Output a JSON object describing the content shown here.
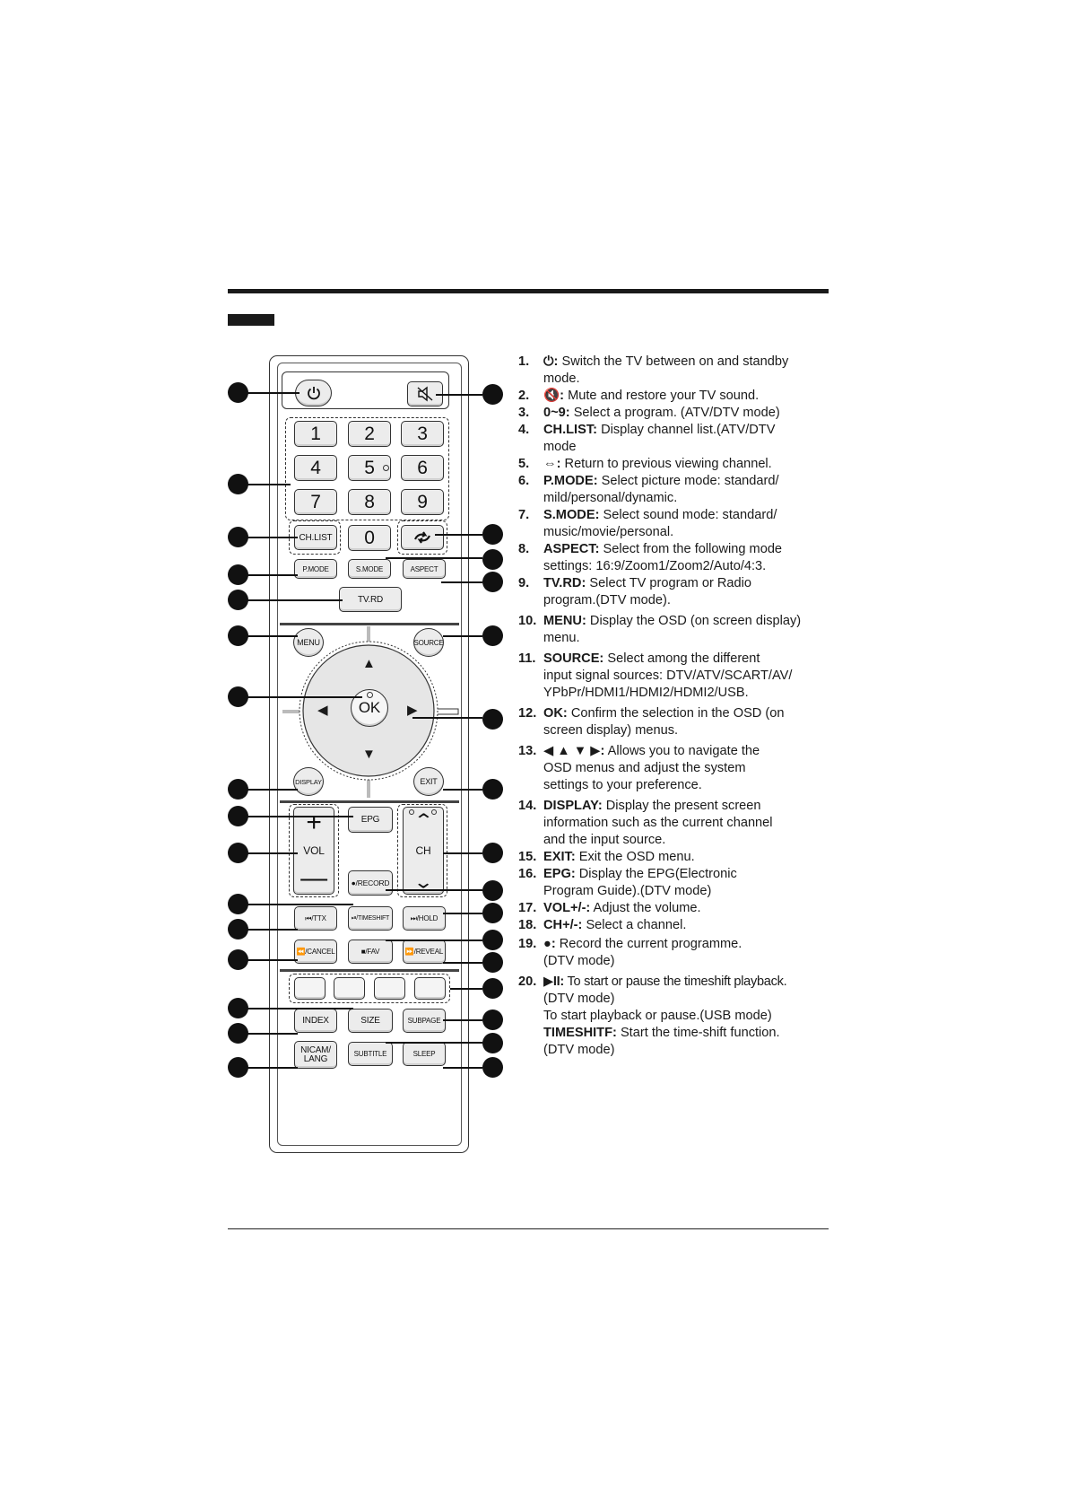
{
  "remote": {
    "numbers": [
      "1",
      "2",
      "3",
      "4",
      "5",
      "6",
      "7",
      "8",
      "9",
      "0"
    ],
    "ch_list": "CH.LIST",
    "p_mode": "P.MODE",
    "s_mode": "S.MODE",
    "aspect": "ASPECT",
    "tv_rd": "TV.RD",
    "menu": "MENU",
    "source": "SOURCE",
    "ok": "OK",
    "display": "DISPLAY",
    "exit": "EXIT",
    "epg": "EPG",
    "vol": "VOL",
    "ch": "CH",
    "record": "●/RECORD",
    "ttx": "⏮/TTX",
    "timeshift": "⏯/TIMESHIFT",
    "hold": "⏭/HOLD",
    "cancel": "⏪/CANCEL",
    "fav": "■/FAV",
    "reveal": "⏩/REVEAL",
    "index": "INDEX",
    "size": "SIZE",
    "subpage": "SUBPAGE",
    "nicam": "NICAM/",
    "lang": "LANG",
    "subtitle": "SUBTITLE",
    "sleep": "SLEEP"
  },
  "descriptions": {
    "d1_num": "1.",
    "d1_key": "⏻:",
    "d1_a": "Switch the TV between on and standby",
    "d1_b": "mode.",
    "d2_num": "2.",
    "d2_key": "🔇:",
    "d2_a": "Mute and restore your TV sound.",
    "d3_num": "3.",
    "d3_key": "0~9:",
    "d3_a": "Select a program. (ATV/DTV mode)",
    "d4_num": "4.",
    "d4_key": "CH.LIST:",
    "d4_a": "Display channel list.(ATV/DTV",
    "d4_b": "mode",
    "d5_num": "5.",
    "d5_key": "⇔:",
    "d5_a": "Return to previous viewing channel.",
    "d6_num": "6.",
    "d6_key": "P.MODE:",
    "d6_a": "Select picture mode: standard/",
    "d6_b": "mild/personal/dynamic.",
    "d7_num": "7.",
    "d7_key": "S.MODE:",
    "d7_a": "Select sound mode: standard/",
    "d7_b": "music/movie/personal.",
    "d8_num": "8.",
    "d8_key": "ASPECT:",
    "d8_a": "Select from the following mode",
    "d8_b": "settings: 16:9/Zoom1/Zoom2/Auto/4:3.",
    "d9_num": "9.",
    "d9_key": "TV.RD:",
    "d9_a": "Select TV program or Radio",
    "d9_b": "program.(DTV mode).",
    "d10_num": "10.",
    "d10_key": "MENU:",
    "d10_a": "Display the OSD (on screen display)",
    "d10_b": "menu.",
    "d11_num": "11.",
    "d11_key": "SOURCE:",
    "d11_a": "Select among the different",
    "d11_b": "input signal sources: DTV/ATV/SCART/AV/",
    "d11_c": "YPbPr/HDMI1/HDMI2/HDMI2/USB.",
    "d12_num": "12.",
    "d12_key": "OK:",
    "d12_a": "Confirm the selection in the OSD (on",
    "d12_b": "screen display) menus.",
    "d13_num": "13.",
    "d13_key": "◀ ▲ ▼ ▶:",
    "d13_a": "Allows you to navigate the",
    "d13_b": "OSD menus and adjust the system",
    "d13_c": "settings to your preference.",
    "d14_num": "14.",
    "d14_key": "DISPLAY:",
    "d14_a": "Display the present screen",
    "d14_b": "information such as the current channel",
    "d14_c": "and the input source.",
    "d15_num": "15.",
    "d15_key": "EXIT:",
    "d15_a": "Exit the OSD menu.",
    "d16_num": "16.",
    "d16_key": "EPG:",
    "d16_a": "Display the EPG(Electronic",
    "d16_b": "Program Guide).(DTV mode)",
    "d17_num": "17.",
    "d17_key": "VOL+/-:",
    "d17_a": "Adjust the volume.",
    "d18_num": "18.",
    "d18_key": "CH+/-:",
    "d18_a": "Select a channel.",
    "d19_num": "19.",
    "d19_key": "●:",
    "d19_a": "Record the current programme.",
    "d19_b": "(DTV mode)",
    "d20_num": "20.",
    "d20_key": "▶II:",
    "d20_a": "To start or pause the timeshift playback.",
    "d20_b": "(DTV mode)",
    "d20_c": "To start playback or pause.(USB mode)",
    "d20_key2": "TIMESHITF:",
    "d20_d": "Start the time-shift function.",
    "d20_e": "(DTV mode)"
  }
}
